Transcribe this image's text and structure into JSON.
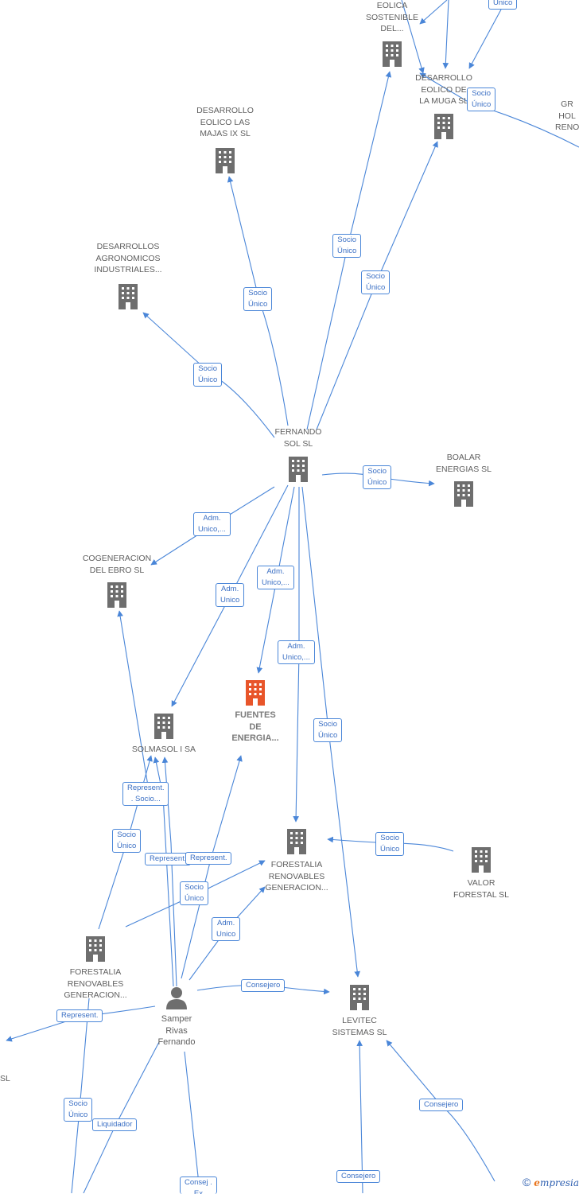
{
  "nodes": {
    "eolica_sostenible": {
      "label": "EOLICA\nSOSTENIBLE\nDEL...",
      "icon": "building-icon"
    },
    "desarrollo_muga": {
      "label": "DESARROLLO\nEOLICO DE\nLA MUGA SL",
      "icon": "building-icon"
    },
    "gr_holding": {
      "label": "GR\nHOL\nRENOVA",
      "icon": "building-icon"
    },
    "majas_ix": {
      "label": "DESARROLLO\nEOLICO LAS\nMAJAS IX  SL",
      "icon": "building-icon"
    },
    "agronomicos": {
      "label": "DESARROLLOS\nAGRONOMICOS\nINDUSTRIALES...",
      "icon": "building-icon"
    },
    "fernando_sol": {
      "label": "FERNANDO\nSOL SL",
      "icon": "building-icon"
    },
    "boalar": {
      "label": "BOALAR\nENERGIAS  SL",
      "icon": "building-icon"
    },
    "cogeneracion_ebro": {
      "label": "COGENERACION\nDEL EBRO  SL",
      "icon": "building-icon"
    },
    "fuentes_energia": {
      "label": "FUENTES\nDE\nENERGIA...",
      "icon": "building-icon-highlight"
    },
    "solmasol": {
      "label": "SOLMASOL I SA",
      "icon": "building-icon"
    },
    "forestalia_1": {
      "label": "FORESTALIA\nRENOVABLES\nGENERACION...",
      "icon": "building-icon"
    },
    "valor_forestal": {
      "label": "VALOR\nFORESTAL SL",
      "icon": "building-icon"
    },
    "forestalia_2": {
      "label": "FORESTALIA\nRENOVABLES\nGENERACION...",
      "icon": "building-icon"
    },
    "samper": {
      "label": "Samper\nRivas\nFernando",
      "icon": "person-icon"
    },
    "levitec": {
      "label": "LEVITEC\nSISTEMAS  SL",
      "icon": "building-icon"
    },
    "left_cut": {
      "label": "SL",
      "icon": ""
    }
  },
  "edge_labels": [
    "Único",
    "Socio\nÚnico",
    "Socio\nÚnico",
    "Socio\nÚnico",
    "Socio\nÚnico",
    "Socio\nÚnico",
    "Socio\nÚnico",
    "Adm.\nUnico,...",
    "Adm.\nUnico",
    "Adm.\nUnico,...",
    "Adm.\nUnico,...",
    "Socio\nÚnico",
    "Represent.\n. Socio...",
    "Socio\nÚnico",
    "Socio\nÚnico",
    "Represent.",
    "Represent.",
    "Socio\nÚnico",
    "Adm.\nUnico",
    "Consejero",
    "Represent.",
    "Socio\nÚnico",
    "Liquidador",
    "Consejero",
    "Consejero",
    "Consej .\nEx"
  ],
  "footer": {
    "copyright": "©",
    "brand_e": "e",
    "brand_rest": "mpresia"
  },
  "colors": {
    "edge": "#4a86d8",
    "node": "#6e6e6e",
    "highlight": "#e8552a"
  }
}
